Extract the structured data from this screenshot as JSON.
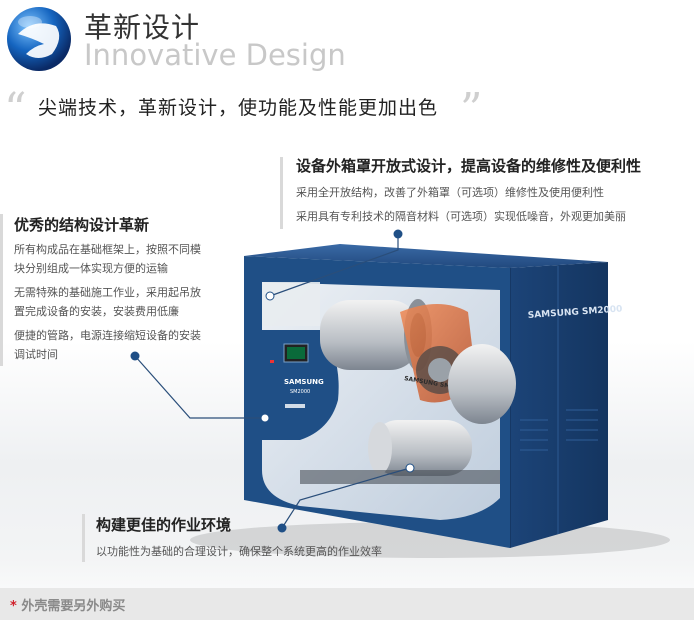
{
  "header": {
    "title_cn": "革新设计",
    "title_en": "Innovative Design"
  },
  "slogan": {
    "open_quote": "“",
    "text": "尖端技术，革新设计，使功能及性能更加出色",
    "close_quote": "”"
  },
  "features": {
    "cover": {
      "title": "设备外箱罩开放式设计，提高设备的维修性及便利性",
      "lines": [
        "采用全开放结构，改善了外箱罩（可选项）维修性及使用便利性",
        "采用具有专利技术的隔音材料（可选项）实现低噪音，外观更加美丽"
      ]
    },
    "structure": {
      "title": "优秀的结构设计革新",
      "lines": [
        "所有构成品在基础框架上，按照不同模",
        "块分别组成一体实现方便的运输",
        "无需特殊的基础施工作业，采用起吊放",
        "置完成设备的安装，安装费用低廉",
        "便捷的管路，电源连接缩短设备的安装",
        "调试时间"
      ]
    },
    "environment": {
      "title": "构建更佳的作业环境",
      "lines": [
        "以功能性为基础的合理设计，确保整个系统更高的作业效率"
      ]
    }
  },
  "machine": {
    "brand_side": "SAMSUNG SM2000",
    "brand_panel": "SAMSUNG",
    "model_panel": "SM2000",
    "brand_gear": "SAMSUNG SM2000"
  },
  "footer": {
    "star": "*",
    "text": "外壳需要另外购买"
  },
  "colors": {
    "enclosure_blue": "#1f4f86",
    "accent_orange": "#e07040",
    "footer_bg": "#e8e8e8",
    "star_red": "#d0202a"
  }
}
